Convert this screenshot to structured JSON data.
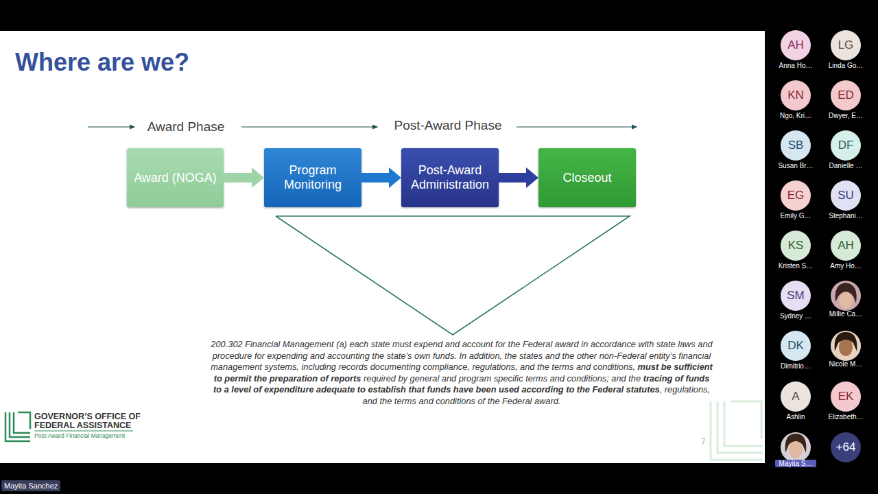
{
  "diagram": {
    "title": "Where are we?",
    "nodes": [
      {
        "text": [
          "Award (NOGA)"
        ]
      },
      {
        "text": [
          "Program Monitoring"
        ]
      },
      {
        "text": [
          "Post-Award Administration"
        ]
      },
      {
        "text": [
          "Closeout"
        ]
      },
      {
        "text": [
          "AH",
          "Anna Ho…"
        ]
      },
      {
        "text": [
          "LG",
          "Linda Go…"
        ]
      },
      {
        "text": [
          "KN",
          "Ngo, Kri…"
        ]
      },
      {
        "text": [
          "ED",
          "Dwyer, E…"
        ]
      },
      {
        "text": [
          "SB",
          "Susan Br…"
        ]
      },
      {
        "text": [
          "DF",
          "Danielle …"
        ]
      },
      {
        "text": [
          "EG",
          "Emily G…"
        ]
      },
      {
        "text": [
          "SU",
          "Stephani…"
        ]
      },
      {
        "text": [
          "KS",
          "Kristen S…"
        ]
      },
      {
        "text": [
          "AH",
          "Amy Ho…"
        ]
      },
      {
        "text": [
          "SM",
          "Sydney …"
        ]
      },
      {
        "text": [
          "DK",
          "Dimitrio…"
        ]
      },
      {
        "text": [
          "A",
          "Ashlin"
        ]
      },
      {
        "text": [
          "EK",
          "Elizabeth…"
        ]
      },
      {
        "text": [
          "+64"
        ]
      },
      {
        "text": [
          "Mayita Sanchez"
        ]
      }
    ],
    "edges": [
      {
        "from": 0,
        "to": 1,
        "arrow": "to"
      },
      {
        "from": 1,
        "to": 2,
        "arrow": "to"
      },
      {
        "from": 2,
        "to": 3,
        "arrow": "to"
      }
    ],
    "labels": [
      "Award Phase",
      "Post-Award Phase",
      "200.302 Financial Management (a) each state must expend and account for the Federal award in accordance with state laws and procedure for expending and accounting the state’s own funds. In addition, the states and the other non-Federal entity’s financial management systems, including records documenting compliance, regulations, and the terms and conditions,",
      "must be sufficient to permit the preparation of reports",
      "required by general and program specific terms and conditions; and the",
      "tracing of funds to a level of expenditure adequate to establish that funds have been used according to the Federal statutes",
      ", regulations, and the terms and conditions of the Federal award.",
      "GOVERNOR’S OFFICE OF",
      "FEDERAL ASSISTANCE",
      "Post-Award Financial Management",
      "7",
      "Millie Ca…",
      "Nicole M…",
      "Mayita S…"
    ]
  }
}
